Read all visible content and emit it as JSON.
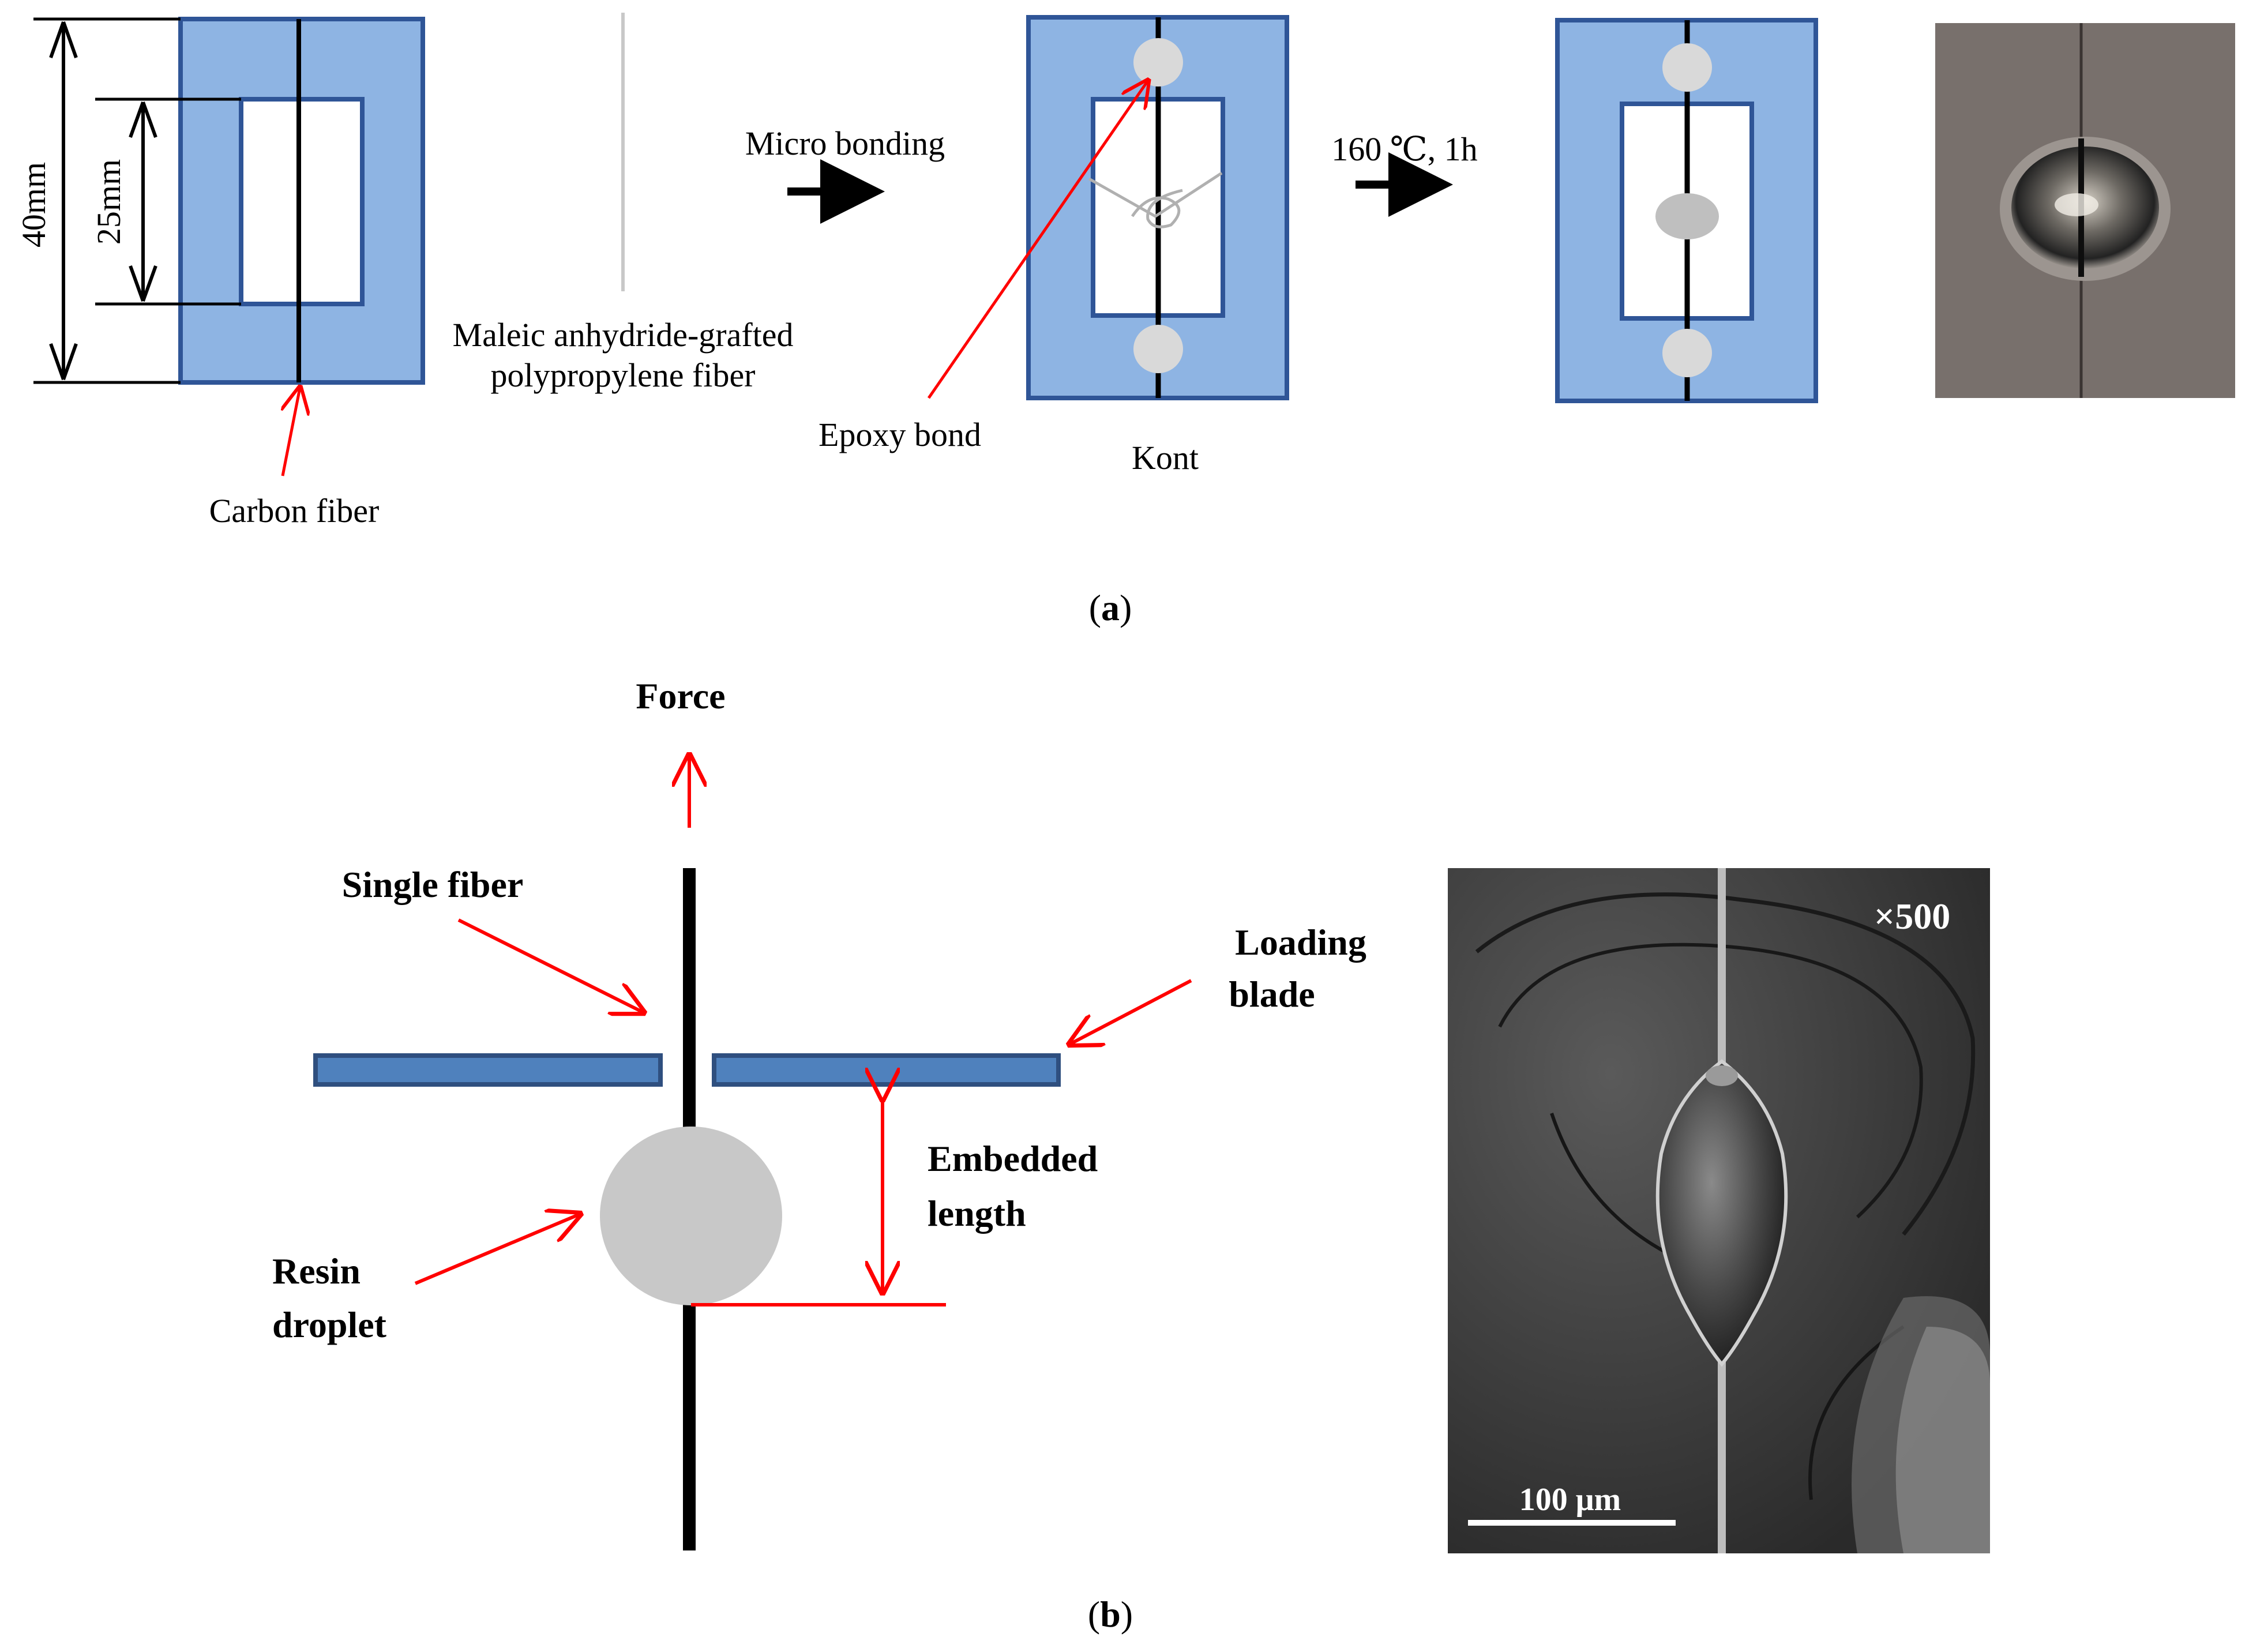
{
  "panel_a": {
    "dim_outer": "40mm",
    "dim_inner": "25mm",
    "label_carbon_fiber": "Carbon fiber",
    "label_mapp_line1": "Maleic anhydride-grafted",
    "label_mapp_line2": "polypropylene  fiber",
    "step1_label": "Micro bonding",
    "label_epoxy_bond": "Epoxy bond",
    "label_knot": "Kont",
    "step2_label": "160 ℃, 1h",
    "caption_letter": "a",
    "caption_open": "(",
    "caption_close": ")"
  },
  "panel_b": {
    "label_force": "Force",
    "label_single_fiber": "Single fiber",
    "label_loading_line1": "Loading",
    "label_loading_line2": "blade",
    "label_embedded_line1": "Embedded",
    "label_embedded_line2": "length",
    "label_resin_line1": "Resin",
    "label_resin_line2": "droplet",
    "sem_magnification": "×500",
    "sem_scale_bar": "100 μm",
    "caption_letter": "b",
    "caption_open": "(",
    "caption_close": ")"
  },
  "colors": {
    "frame_fill": "#8eb4e3",
    "frame_stroke": "#2f5597",
    "blade_fill": "#4f81bd",
    "blade_stroke": "#2f4f7f",
    "droplet": "#c8c8c8",
    "arrow_red": "#ff0000"
  }
}
